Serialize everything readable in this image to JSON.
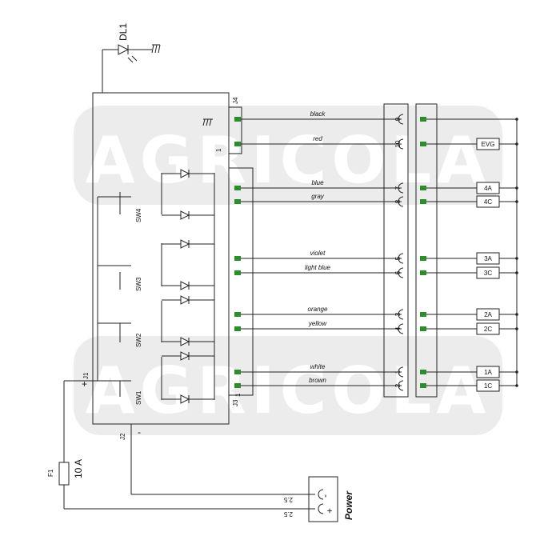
{
  "diagram": {
    "watermark": "AGRICOLA",
    "led_label": "DL1",
    "fuse_label": "F1",
    "fuse_rating": "10 A",
    "power_label": "Power",
    "plus_sign": "+",
    "minus_sign": "-",
    "connectors": {
      "j1": "J1",
      "j2": "J2",
      "j3": "J3",
      "j4": "J4"
    },
    "pin_one": "1",
    "switches": [
      "SW4",
      "SW3",
      "SW2",
      "SW1"
    ],
    "wires": [
      {
        "color": "black",
        "pin": "9",
        "output": ""
      },
      {
        "color": "red",
        "pin": "10",
        "output": "EVG"
      },
      {
        "color": "blue",
        "pin": "7",
        "output": "4A"
      },
      {
        "color": "gray",
        "pin": "8",
        "output": "4C"
      },
      {
        "color": "violet",
        "pin": "5",
        "output": "3A"
      },
      {
        "color": "light blue",
        "pin": "6",
        "output": "3C"
      },
      {
        "color": "orange",
        "pin": "3",
        "output": "2A"
      },
      {
        "color": "yellow",
        "pin": "4",
        "output": "2C"
      },
      {
        "color": "white",
        "pin": "1",
        "output": "1A"
      },
      {
        "color": "brown",
        "pin": "2",
        "output": "1C"
      }
    ],
    "power_terminals": [
      "2.5",
      "2.5"
    ]
  }
}
